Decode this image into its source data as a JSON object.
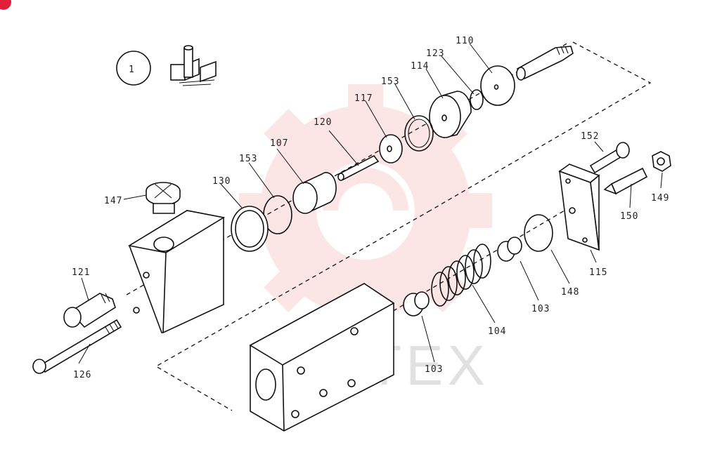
{
  "view_number": "1",
  "watermark_text": "ИНТЕХ",
  "brand_color": "#e0203a",
  "parts": [
    {
      "id": "callout-110",
      "text": "110"
    },
    {
      "id": "callout-123",
      "text": "123"
    },
    {
      "id": "callout-114",
      "text": "114"
    },
    {
      "id": "callout-153-top",
      "text": "153"
    },
    {
      "id": "callout-117",
      "text": "117"
    },
    {
      "id": "callout-120",
      "text": "120"
    },
    {
      "id": "callout-107",
      "text": "107"
    },
    {
      "id": "callout-153",
      "text": "153"
    },
    {
      "id": "callout-130",
      "text": "130"
    },
    {
      "id": "callout-147",
      "text": "147"
    },
    {
      "id": "callout-121",
      "text": "121"
    },
    {
      "id": "callout-126",
      "text": "126"
    },
    {
      "id": "callout-152",
      "text": "152"
    },
    {
      "id": "callout-149",
      "text": "149"
    },
    {
      "id": "callout-150",
      "text": "150"
    },
    {
      "id": "callout-115",
      "text": "115"
    },
    {
      "id": "callout-148",
      "text": "148"
    },
    {
      "id": "callout-103-right",
      "text": "103"
    },
    {
      "id": "callout-104",
      "text": "104"
    },
    {
      "id": "callout-103",
      "text": "103"
    }
  ]
}
